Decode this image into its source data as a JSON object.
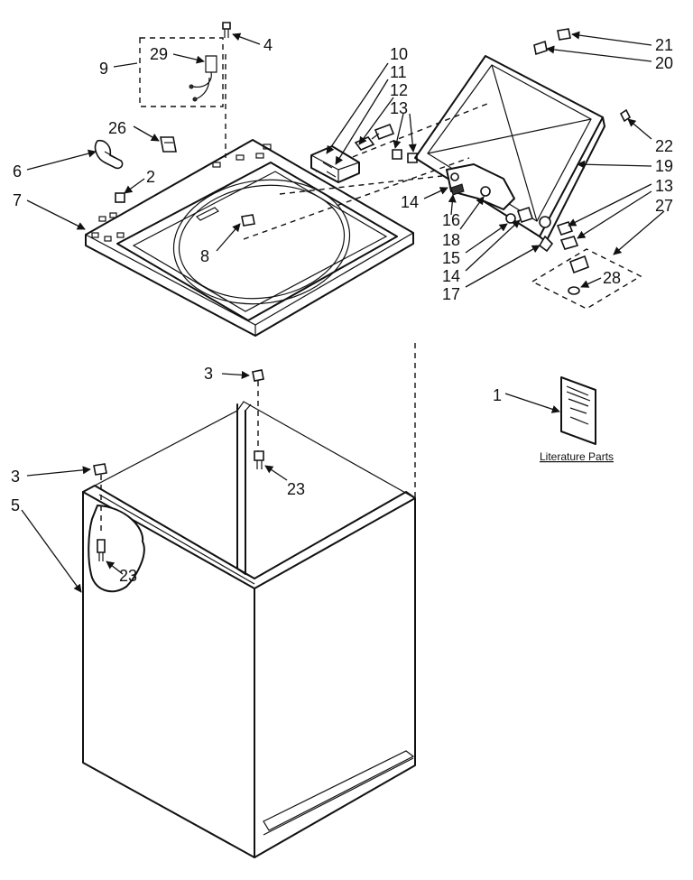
{
  "callouts": {
    "c1": "1",
    "c2": "2",
    "c3a": "3",
    "c3b": "3",
    "c4": "4",
    "c5": "5",
    "c6": "6",
    "c7": "7",
    "c8": "8",
    "c9": "9",
    "c10": "10",
    "c11": "11",
    "c12": "12",
    "c13a": "13",
    "c13b": "13",
    "c14a": "14",
    "c14b": "14",
    "c15": "15",
    "c16": "16",
    "c17": "17",
    "c18": "18",
    "c19": "19",
    "c20": "20",
    "c21": "21",
    "c22": "22",
    "c23a": "23",
    "c23b": "23",
    "c26": "26",
    "c27": "27",
    "c28": "28",
    "c29": "29"
  },
  "literature_caption": "Literature Parts",
  "icons": [
    "cabinet-icon",
    "top-panel-icon",
    "lid-icon",
    "literature-booklet-icon",
    "screw-icon",
    "clip-icon",
    "arrow-icon"
  ]
}
